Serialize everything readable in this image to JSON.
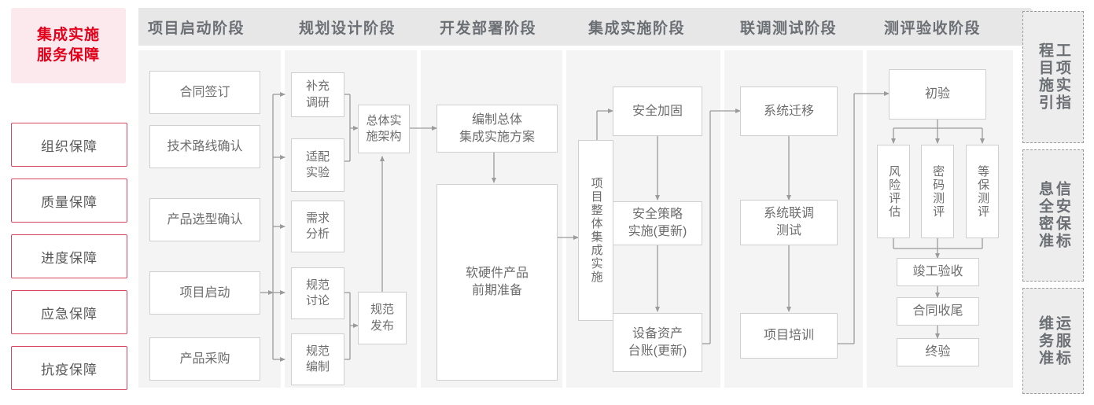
{
  "guarantee": {
    "title": "集成实施\n服务保障",
    "title_color": "#e3001b",
    "title_bg": "#fce9ed",
    "items": [
      {
        "label": "组织保障"
      },
      {
        "label": "质量保障"
      },
      {
        "label": "进度保障"
      },
      {
        "label": "应急保障"
      },
      {
        "label": "抗疫保障"
      }
    ]
  },
  "phases": [
    {
      "header": "项目启动阶段"
    },
    {
      "header": "规划设计阶段"
    },
    {
      "header": "开发部署阶段"
    },
    {
      "header": "集成实施阶段"
    },
    {
      "header": "联调测试阶段"
    },
    {
      "header": "测评验收阶段"
    }
  ],
  "nodes": {
    "p1_1": "合同签订",
    "p1_2": "技术路线确认",
    "p1_3": "产品选型确认",
    "p1_4": "项目启动",
    "p1_5": "产品采购",
    "p2_1": "补充\n调研",
    "p2_2": "适配\n实验",
    "p2_3": "需求\n分析",
    "p2_4": "规范\n讨论",
    "p2_5": "规范\n编制",
    "p2_arch": "总体实\n施架构",
    "p2_pub": "规范\n发布",
    "p3_1": "编制总体\n集成实施方案",
    "p3_2": "软硬件产品\n前期准备",
    "p4_main": "项目整体集成实施",
    "p4_1": "安全加固",
    "p4_2": "安全策略\n实施(更新)",
    "p4_3": "设备资产\n台账(更新)",
    "p5_1": "系统迁移",
    "p5_2": "系统联调\n测试",
    "p5_3": "项目培训",
    "p6_1": "初验",
    "p6_2": "风险评估",
    "p6_3": "密码测评",
    "p6_4": "等保测评",
    "p6_5": "竣工验收",
    "p6_6": "合同收尾",
    "p6_7": "终验"
  },
  "standards": [
    {
      "label": "工程项目\n实施指引",
      "col_right": "程目施引",
      "col_left": "工项实指"
    },
    {
      "label": "信息安全保密标准",
      "col_right": "息全密准",
      "col_left": "信安保标"
    },
    {
      "label": "运维服务标准",
      "col_right": "维务准",
      "col_left": "运服标"
    }
  ],
  "colors": {
    "column_bg": "#f4f4f4",
    "header_bg": "#e7e7e7",
    "header_text": "#6b6f74",
    "node_border": "#cfcfcf",
    "node_text": "#6d6d6d",
    "wire": "#9b9b9b",
    "accent_red": "#e3001b",
    "accent_border": "#d6475f"
  }
}
